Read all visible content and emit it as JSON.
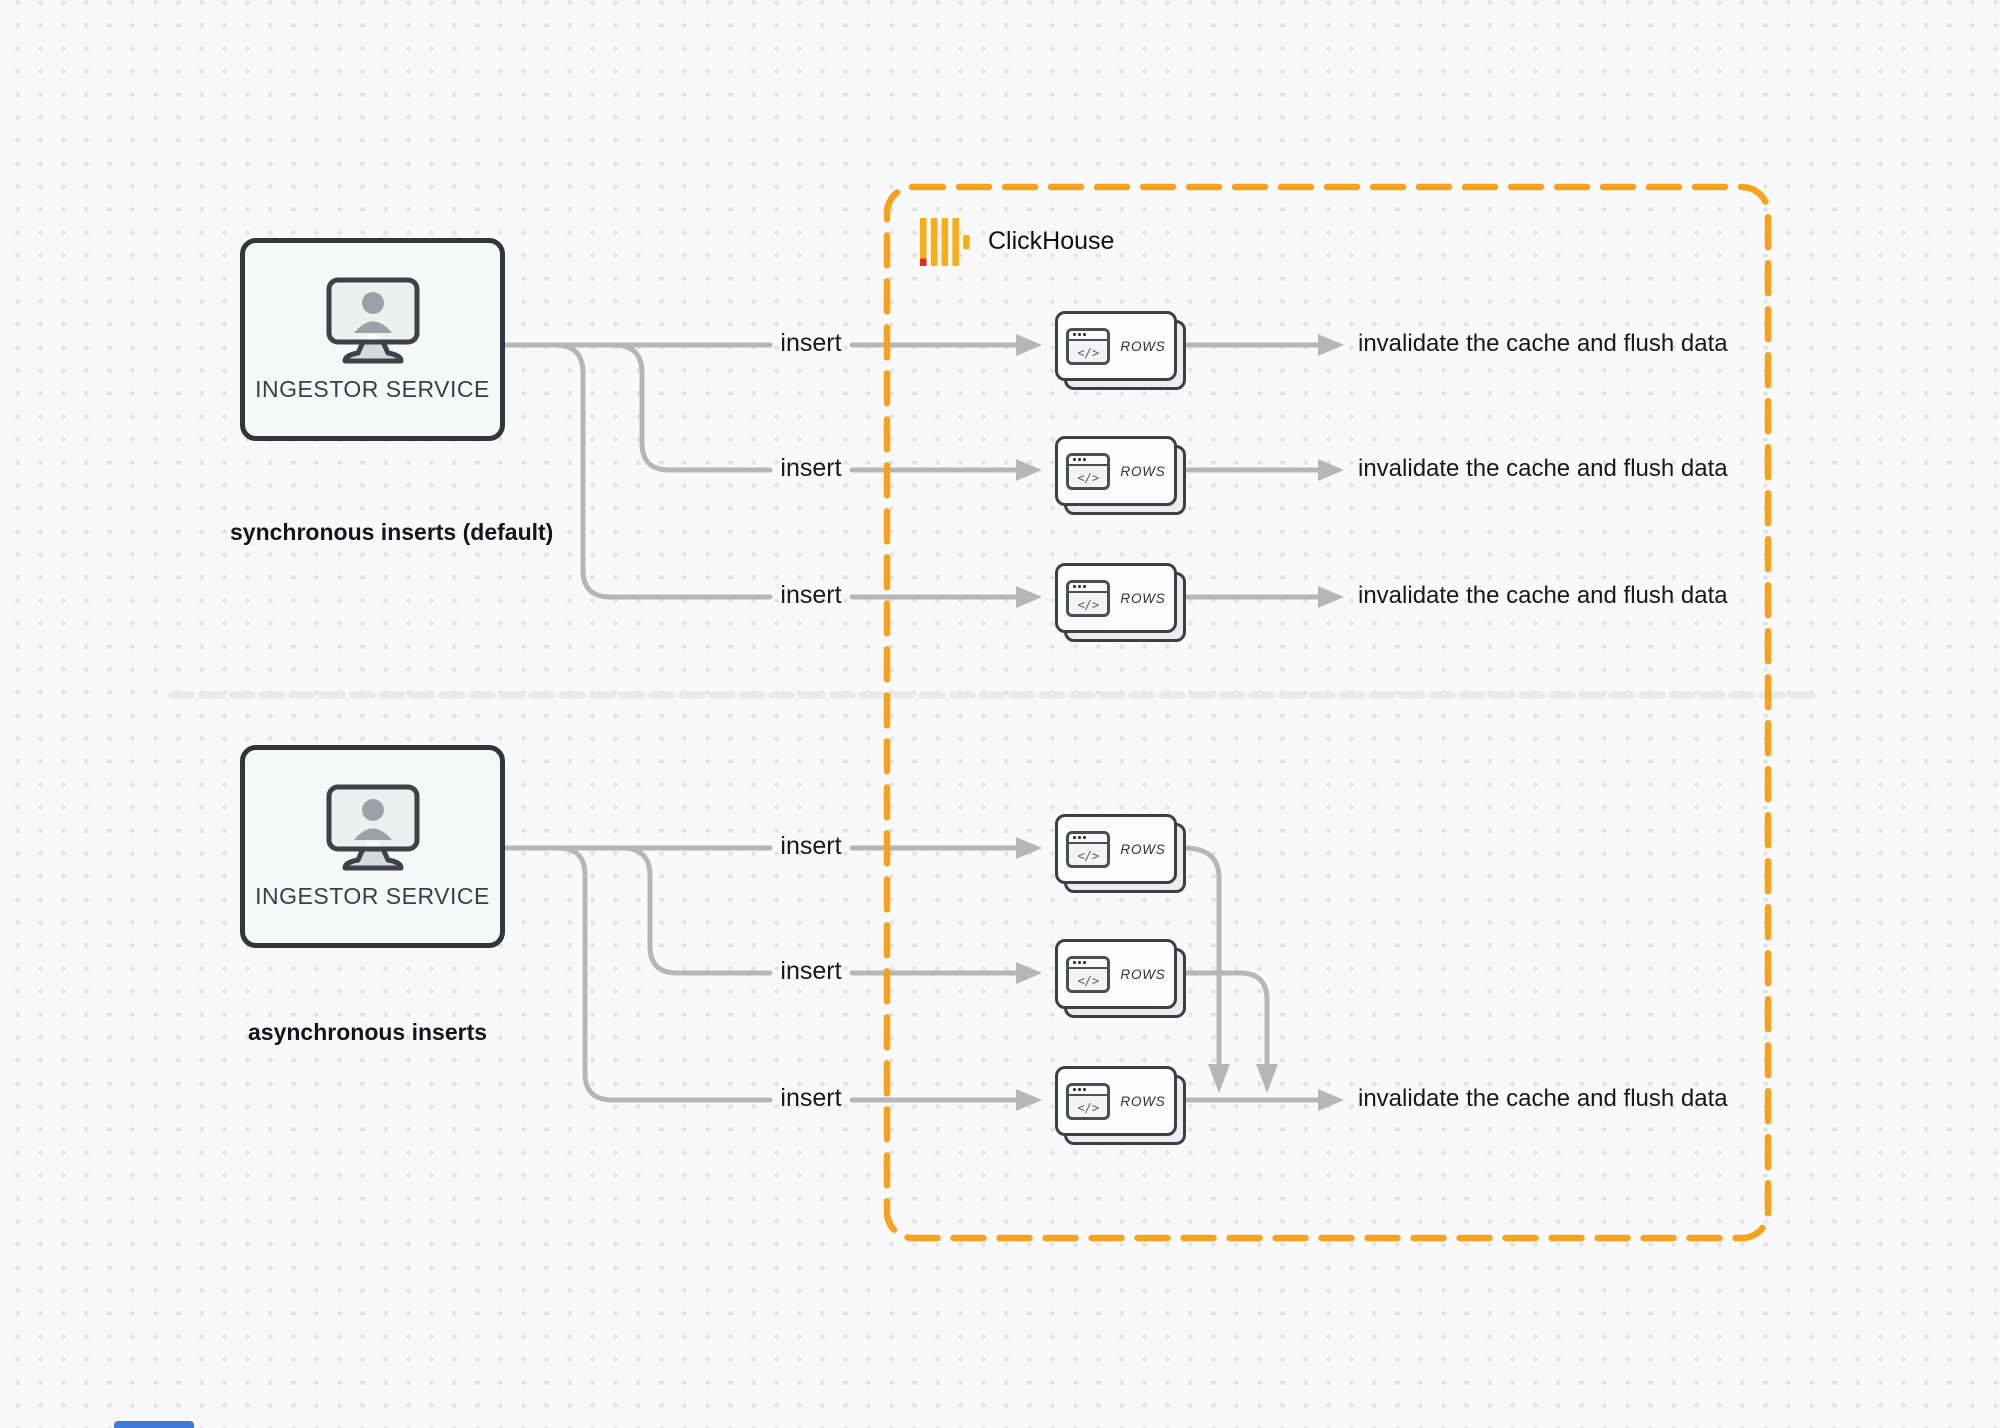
{
  "diagram": {
    "clickhouse_label": "ClickHouse",
    "card_glyph": "</>",
    "sync": {
      "ingestor_label": "INGESTOR SERVICE",
      "caption": "synchronous inserts (default)",
      "rows": [
        {
          "insert": "insert",
          "card": "ROWS",
          "result": "invalidate the cache and flush data"
        },
        {
          "insert": "insert",
          "card": "ROWS",
          "result": "invalidate the cache and flush data"
        },
        {
          "insert": "insert",
          "card": "ROWS",
          "result": "invalidate the cache and flush data"
        }
      ]
    },
    "async": {
      "ingestor_label": "INGESTOR SERVICE",
      "caption": "asynchronous inserts",
      "rows": [
        {
          "insert": "insert",
          "card": "ROWS"
        },
        {
          "insert": "insert",
          "card": "ROWS"
        },
        {
          "insert": "insert",
          "card": "ROWS"
        }
      ],
      "result": "invalidate the cache and flush data"
    },
    "colors": {
      "accent_orange": "#F6A21D",
      "connector_gray": "#B6B6B6",
      "border_dark": "#32363C",
      "text_dark": "#17181A",
      "logo_yellow": "#FAAD19",
      "logo_red": "#E02B24",
      "divider_gray": "#E9E9E9",
      "blue_fragment": "#3F7AD9"
    }
  }
}
